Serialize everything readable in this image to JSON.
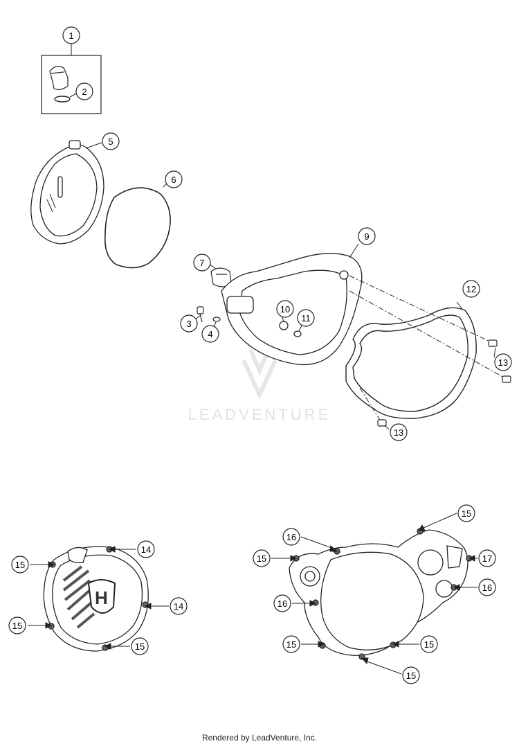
{
  "callouts": [
    {
      "id": "c1",
      "label": "1"
    },
    {
      "id": "c2",
      "label": "2"
    },
    {
      "id": "c3",
      "label": "3"
    },
    {
      "id": "c4",
      "label": "4"
    },
    {
      "id": "c5",
      "label": "5"
    },
    {
      "id": "c6",
      "label": "6"
    },
    {
      "id": "c7",
      "label": "7"
    },
    {
      "id": "c9",
      "label": "9"
    },
    {
      "id": "c10",
      "label": "10"
    },
    {
      "id": "c11",
      "label": "11"
    },
    {
      "id": "c12",
      "label": "12"
    },
    {
      "id": "c13a",
      "label": "13"
    },
    {
      "id": "c13b",
      "label": "13"
    },
    {
      "id": "c14a",
      "label": "14"
    },
    {
      "id": "c14b",
      "label": "14"
    },
    {
      "id": "c15a",
      "label": "15"
    },
    {
      "id": "c15b",
      "label": "15"
    },
    {
      "id": "c15c",
      "label": "15"
    },
    {
      "id": "c15d",
      "label": "15"
    },
    {
      "id": "c15e",
      "label": "15"
    },
    {
      "id": "c15f",
      "label": "15"
    },
    {
      "id": "c15g",
      "label": "15"
    },
    {
      "id": "c15h",
      "label": "15"
    },
    {
      "id": "c16a",
      "label": "16"
    },
    {
      "id": "c16b",
      "label": "16"
    },
    {
      "id": "c16c",
      "label": "16"
    },
    {
      "id": "c17",
      "label": "17"
    }
  ],
  "watermark": {
    "text": "LEADVENTURE"
  },
  "footer": {
    "text": "Rendered by LeadVenture, Inc."
  }
}
